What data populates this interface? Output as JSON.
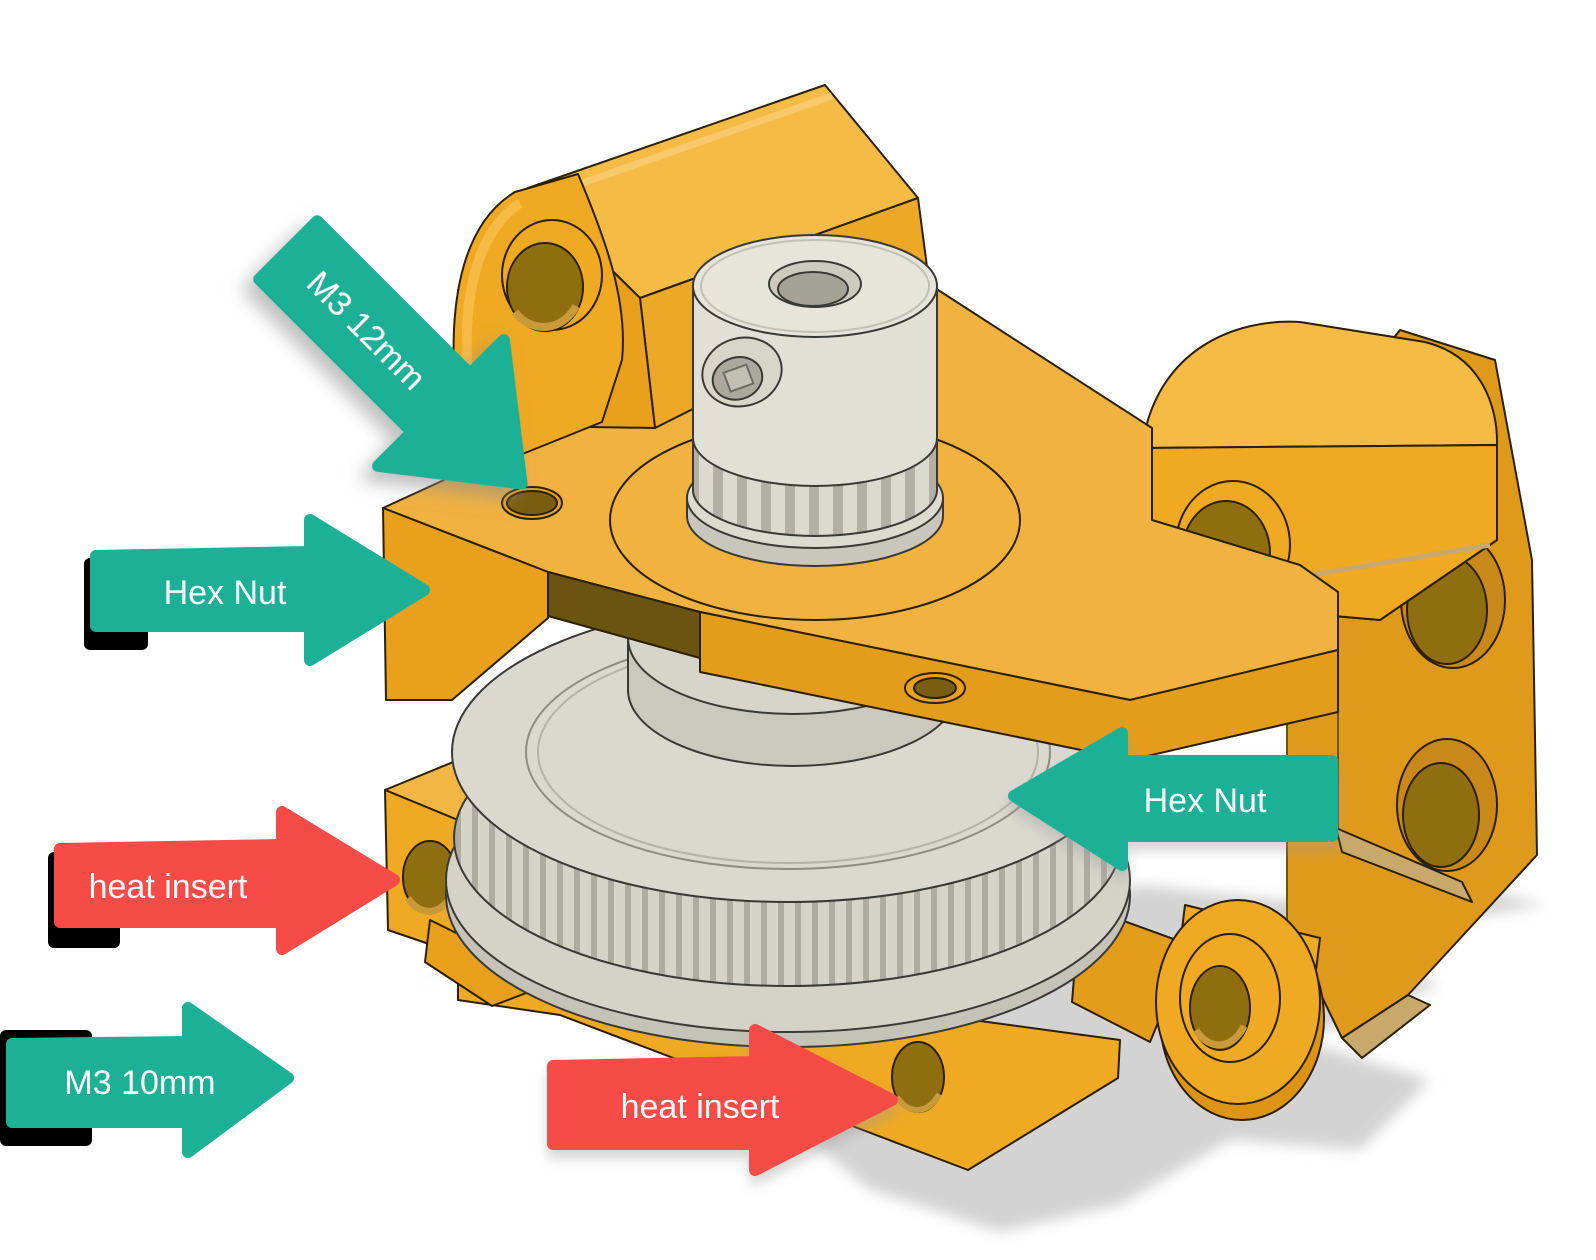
{
  "scene": {
    "type": "annotated 3D CAD assembly view",
    "part_color": "#efa922",
    "part_color_light": "#f5bb45",
    "part_color_dark": "#df9a1c",
    "hole_color": "#8f6e10",
    "gear_color": "#dbd8cf",
    "pulley_color": "#e7e4db",
    "shadow_color": "#d3d3d3",
    "background": "#ffffff"
  },
  "annotations": [
    {
      "id": "m3-12mm",
      "label": "M3 12mm",
      "color": "#1cb197",
      "direction": "down-right"
    },
    {
      "id": "hex-nut-left",
      "label": "Hex Nut",
      "color": "#1cb197",
      "direction": "right"
    },
    {
      "id": "heat-insert-left",
      "label": "heat insert",
      "color": "#f64b46",
      "direction": "right"
    },
    {
      "id": "m3-10mm",
      "label": "M3 10mm",
      "color": "#1cb197",
      "direction": "right"
    },
    {
      "id": "heat-insert-bottom",
      "label": "heat insert",
      "color": "#f64b46",
      "direction": "right"
    },
    {
      "id": "hex-nut-right",
      "label": "Hex Nut",
      "color": "#1cb197",
      "direction": "left"
    }
  ]
}
